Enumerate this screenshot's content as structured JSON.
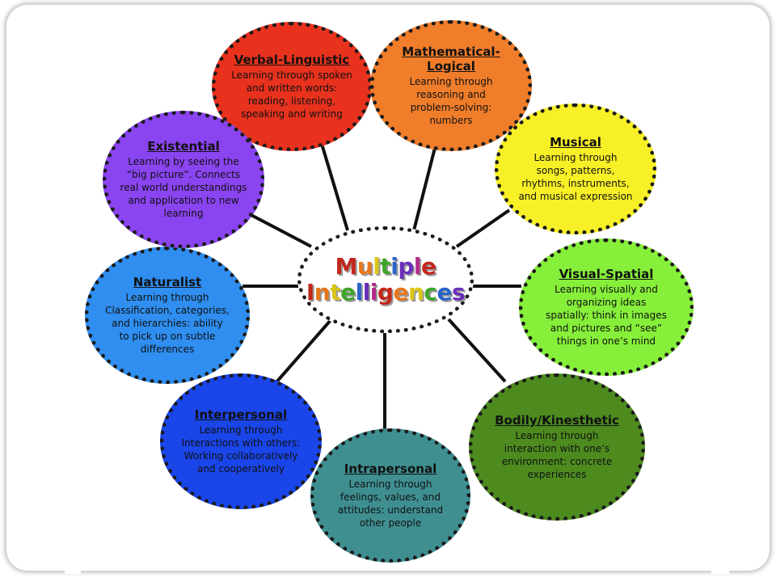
{
  "diagram": {
    "center": {
      "line1": "Multiple",
      "line2": "Intelligences"
    },
    "nodes": [
      {
        "title": "Verbal-Linguistic",
        "desc": "Learning through spoken\nand written words:\nreading, listening,\nspeaking and writing",
        "color": "#e8321e"
      },
      {
        "title": "Mathematical-\nLogical",
        "desc": "Learning through\nreasoning and\nproblem-solving:\nnumbers",
        "color": "#f07d2a"
      },
      {
        "title": "Musical",
        "desc": "Learning through\nsongs, patterns,\nrhythms, instruments,\nand musical expression",
        "color": "#f8f027"
      },
      {
        "title": "Visual-Spatial",
        "desc": "Learning visually and\norganizing ideas\nspatially: think in images\nand pictures and “see”\nthings in one’s mind",
        "color": "#86ef3a"
      },
      {
        "title": "Bodily/Kinesthetic",
        "desc": "Learning through\ninteraction with one’s\nenvironment: concrete\nexperiences",
        "color": "#4d8b1f"
      },
      {
        "title": "Intrapersonal",
        "desc": "Learning through\nfeelings, values, and\nattitudes: understand\nother people",
        "color": "#3f8f91"
      },
      {
        "title": "Interpersonal",
        "desc": "Learning through\nInteractions with others:\nWorking collaboratively\nand cooperatively",
        "color": "#1a45e8"
      },
      {
        "title": "Naturalist",
        "desc": "Learning through\nClassification, categories,\nand hierarchies: ability\nto pick up on subtle\ndifferences",
        "color": "#2f8ef0"
      },
      {
        "title": "Existential",
        "desc": "Learning by seeing the\n“big picture”. Connects\nreal world understandings\nand application to new\nlearning",
        "color": "#8a44f0"
      }
    ]
  }
}
